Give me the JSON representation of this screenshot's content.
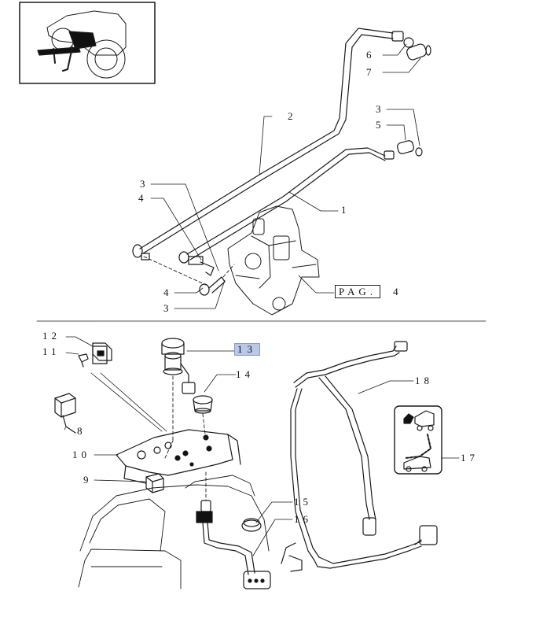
{
  "callouts": {
    "c1": "1",
    "c2": "2",
    "c3a": "3",
    "c3b": "3",
    "c3c": "3",
    "c4a": "4",
    "c4b": "4",
    "c5": "5",
    "c6": "6",
    "c7": "7",
    "c8": "8",
    "c9": "9",
    "c10": "10",
    "c11": "11",
    "c12": "12",
    "c13": "13",
    "c14": "14",
    "c15": "15",
    "c16": "16",
    "c17": "17",
    "c18": "18"
  },
  "page_ref": {
    "label": "PAG.",
    "page": "4"
  },
  "colors": {
    "line": "#1a1a1a",
    "highlight": "#b8c8e6"
  }
}
